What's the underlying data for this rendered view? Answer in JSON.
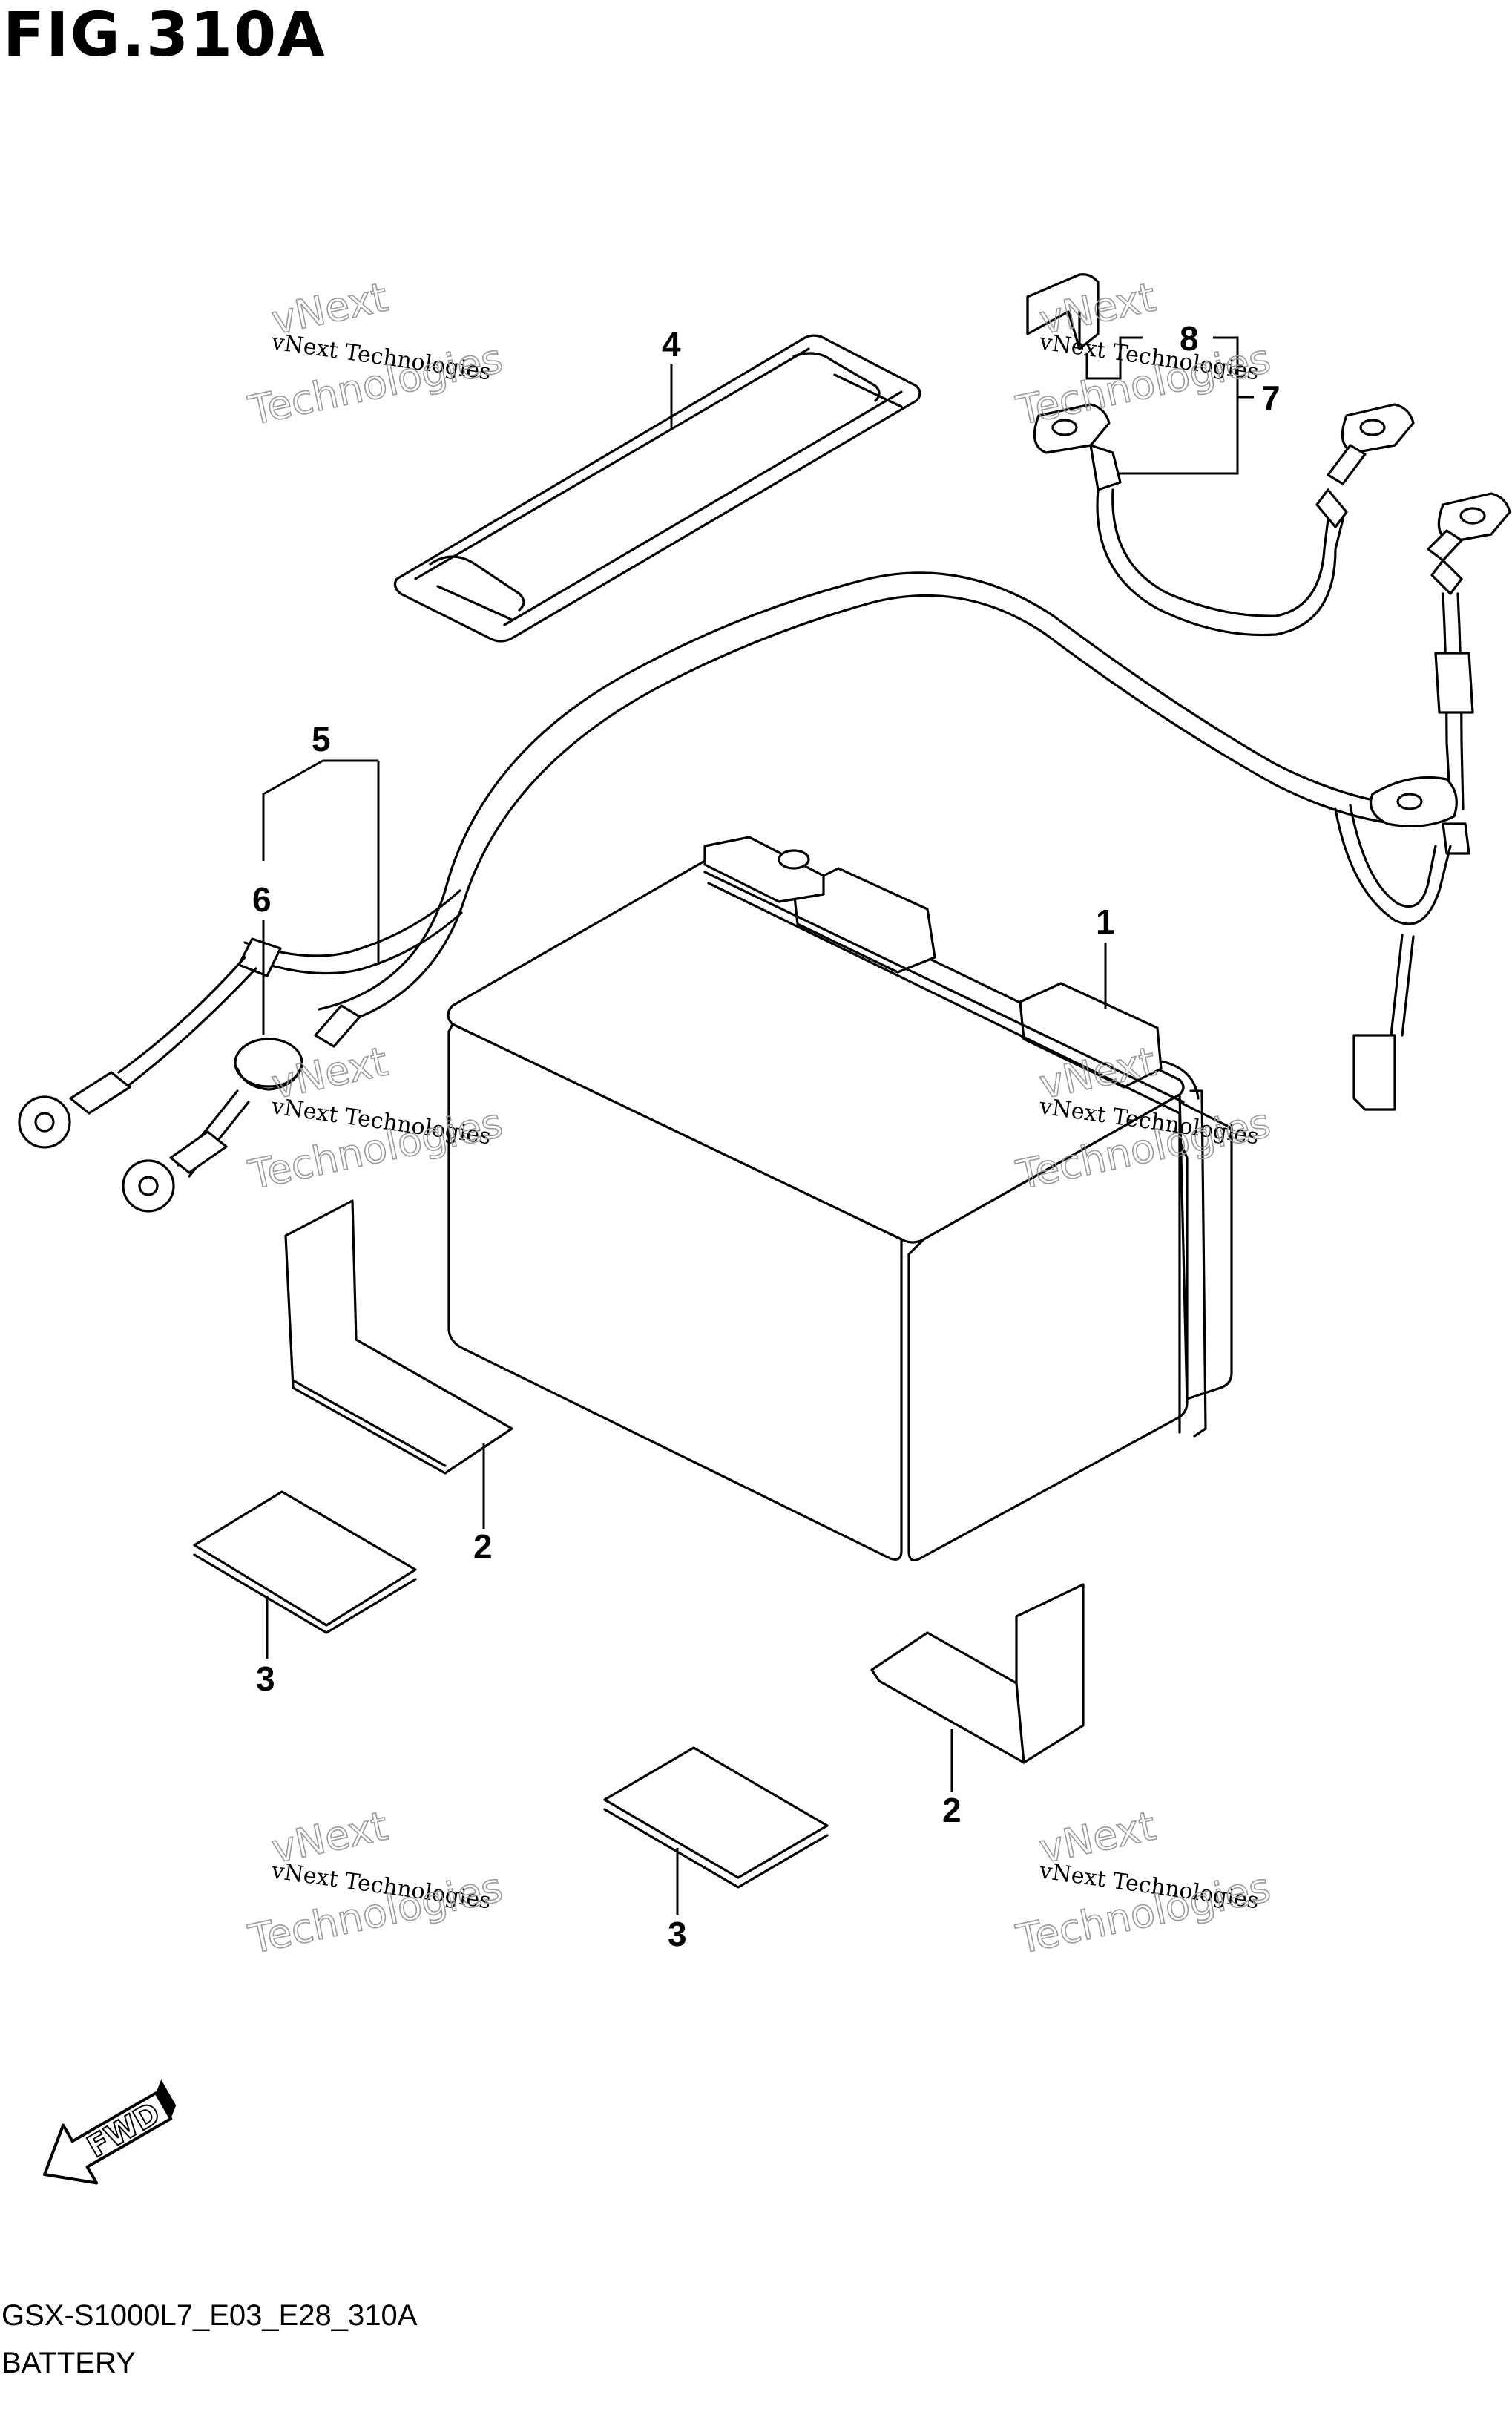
{
  "figure": {
    "title": "FIG.310A",
    "code": "GSX-S1000L7_E03_E28_310A",
    "name": "BATTERY"
  },
  "callouts": {
    "part_1": "1",
    "part_2a": "2",
    "part_2b": "2",
    "part_3a": "3",
    "part_3b": "3",
    "part_4": "4",
    "part_5": "5",
    "part_6": "6",
    "part_7": "7",
    "part_8": "8"
  },
  "watermark": {
    "line1": "vNext Technologies",
    "line2": "Technologies",
    "line3": "vNext"
  },
  "direction_marker": {
    "label": "FWD",
    "icon": "fwd-arrow-icon"
  },
  "colors": {
    "ink": "#000000",
    "paper": "#ffffff",
    "watermark": "#9a9a9a"
  }
}
